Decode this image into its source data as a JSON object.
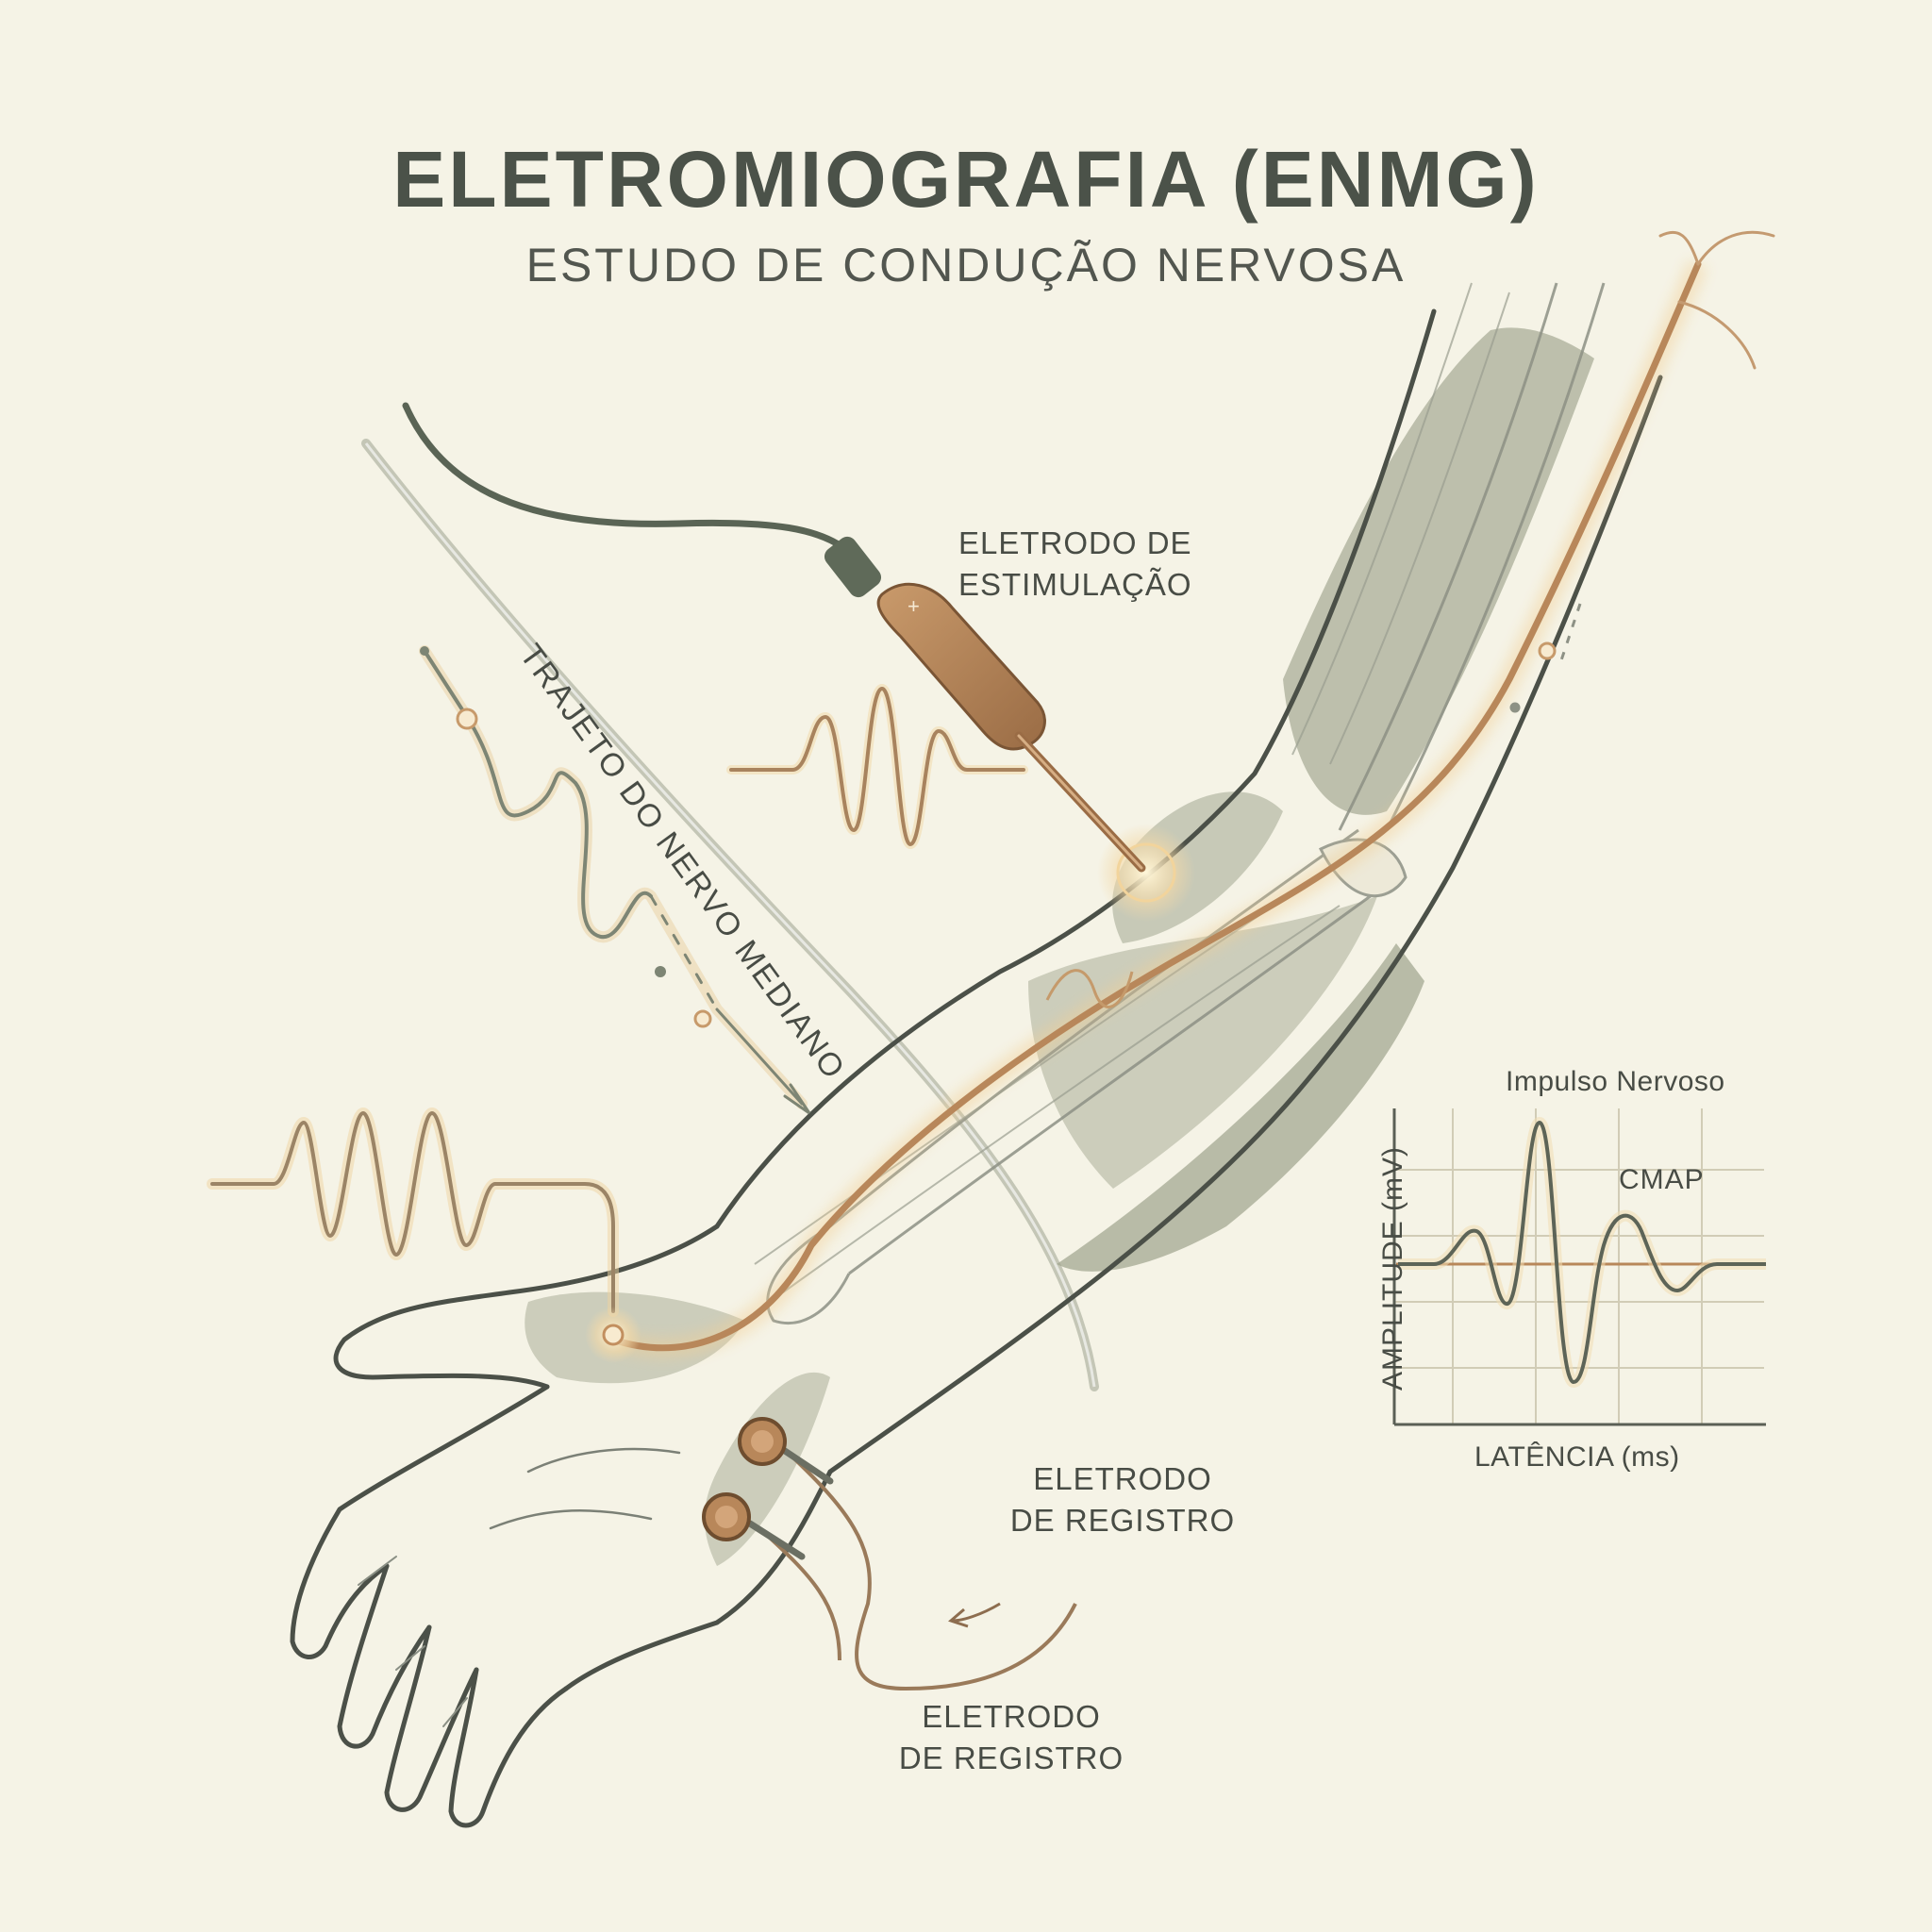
{
  "header": {
    "title": "ELETROMIOGRAFIA (ENMG)",
    "subtitle": "ESTUDO DE CONDUÇÃO NERVOSA"
  },
  "labels": {
    "stimulating_electrode": [
      "ELETRODO DE",
      "ESTIMULAÇÃO"
    ],
    "nerve_path": "TRAJETO DO NERVO MEDIANO",
    "recording_electrode_upper": [
      "ELETRODO",
      "DE REGISTRO"
    ],
    "recording_electrode_lower": [
      "ELETRODO",
      "DE REGISTRO"
    ]
  },
  "stimulator": {
    "polarity_mark": "+"
  },
  "chart": {
    "title": "Impulso Nervoso",
    "peak_label": "CMAP",
    "xlabel": "LATÊNCIA (ms)",
    "ylabel": "AMPLITUDE (mV)"
  },
  "colors": {
    "background": "#f5f3e6",
    "outline": "#4b5048",
    "muscle": "#a7ab96",
    "nerve": "#c08e60",
    "copper": "#b8875a",
    "text": "#484c45"
  }
}
